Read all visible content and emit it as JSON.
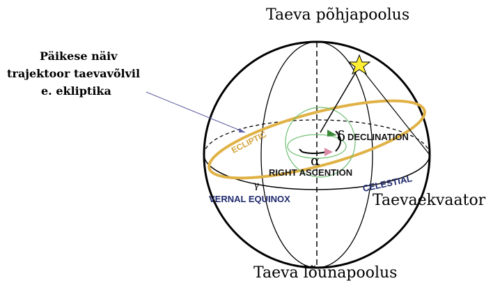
{
  "labels": {
    "north_pole": "Taeva põhjapoolus",
    "south_pole": "Taeva lõunapoolus",
    "celestial_equator_et": "Taevaekvaator",
    "ecliptic_note_line1": "Päikese näiv",
    "ecliptic_note_line2": "trajektoor taevavõlvil",
    "ecliptic_note_line3": "e. ekliptika",
    "ecliptic": "ECLIPTIC",
    "declination": "DECLINATION",
    "delta": "δ",
    "alpha": "α",
    "right_ascension": "RIGHT ASCENTION",
    "gamma": "γ",
    "vernal_equinox": "VERNAL EQUINOX",
    "celestial_partial": "CELESTIAL"
  },
  "colors": {
    "ecliptic": "#e0b246",
    "green_circle": "#6fbf73",
    "star": "#ffee33",
    "blue_text": "#1f2a6e",
    "pink_marker": "#d98aa8",
    "green_marker": "#3a8a3a",
    "pointer_line": "#5a5aa0"
  },
  "icons": [
    "star-icon"
  ]
}
